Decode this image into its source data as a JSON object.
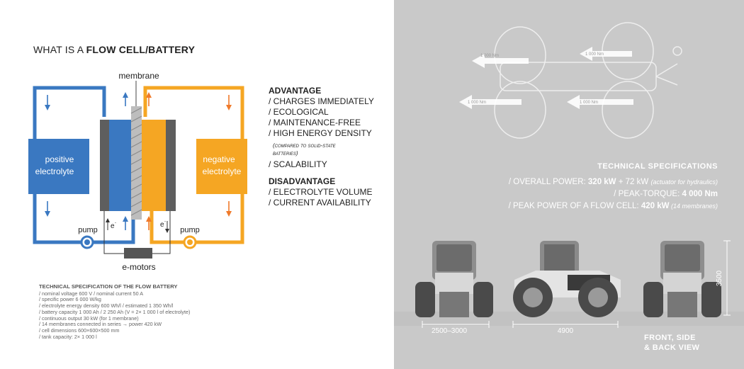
{
  "left": {
    "title_prefix": "WHAT IS A ",
    "title_bold": "FLOW CELL/BATTERY",
    "diagram": {
      "membrane_label": "membrane",
      "positive_label_1": "positive",
      "positive_label_2": "electrolyte",
      "negative_label_1": "negative",
      "negative_label_2": "electrolyte",
      "pump_left": "pump",
      "pump_right": "pump",
      "electron_left": "e",
      "electron_right": "e",
      "motors_label": "e-motors",
      "colors": {
        "blue": "#3a78c1",
        "orange": "#f5a623",
        "grey": "#5e5e5e"
      }
    },
    "advantage": {
      "heading": "ADVANTAGE",
      "items": [
        "/ CHARGES IMMEDIATELY",
        "/ ECOLOGICAL",
        "/ MAINTENANCE-FREE",
        "/ HIGH ENERGY DENSITY"
      ],
      "note_1": "(compared to solid-state",
      "note_2": "batteries)",
      "last_item": "/ SCALABILITY"
    },
    "disadvantage": {
      "heading": "DISADVANTAGE",
      "items": [
        "/ ELECTROLYTE VOLUME",
        "/ CURRENT AVAILABILITY"
      ]
    },
    "spec": {
      "heading": "TECHNICAL SPECIFICATION OF THE FLOW BATTERY",
      "lines": [
        "/ nominal voltage 600 V / nominal current 50 A",
        "/ specific power 6 000 W/kg",
        "/ electrolyte energy density 600 Wh/l / estimated 1 350 Wh/l",
        "/ battery capacity 1 000 Ah / 2 250 Ah (V = 2× 1 000 l of electrolyte)",
        "/ continuous output 30 kW (for 1 membrane)",
        "/ 14 membranes connected in series → power 420 kW",
        "/ cell dimensions 600×600×500 mm",
        "/ tank capacity: 2× 1 000 l"
      ]
    }
  },
  "right": {
    "torque_labels": [
      "1 000 Nm",
      "1 000 Nm",
      "1 000 Nm",
      "1 000 Nm"
    ],
    "spec_title": "TECHNICAL SPECIFICATIONS",
    "power_prefix": "/ OVERALL POWER: ",
    "power_bold": "320 kW",
    "power_mid": " + 72 kW ",
    "power_note": "(actuator for hydraulics)",
    "torque_prefix": "/ PEAK-TORQUE: ",
    "torque_bold": "4 000 Nm",
    "peak_prefix": "/ PEAK POWER OF A FLOW CELL: ",
    "peak_bold": "420 kW",
    "peak_note": " (14 membranes)",
    "dim_height": "3500",
    "dim_width": "2500–3000",
    "dim_length": "4900",
    "views_1": "FRONT, SIDE",
    "views_2": "& BACK VIEW"
  }
}
